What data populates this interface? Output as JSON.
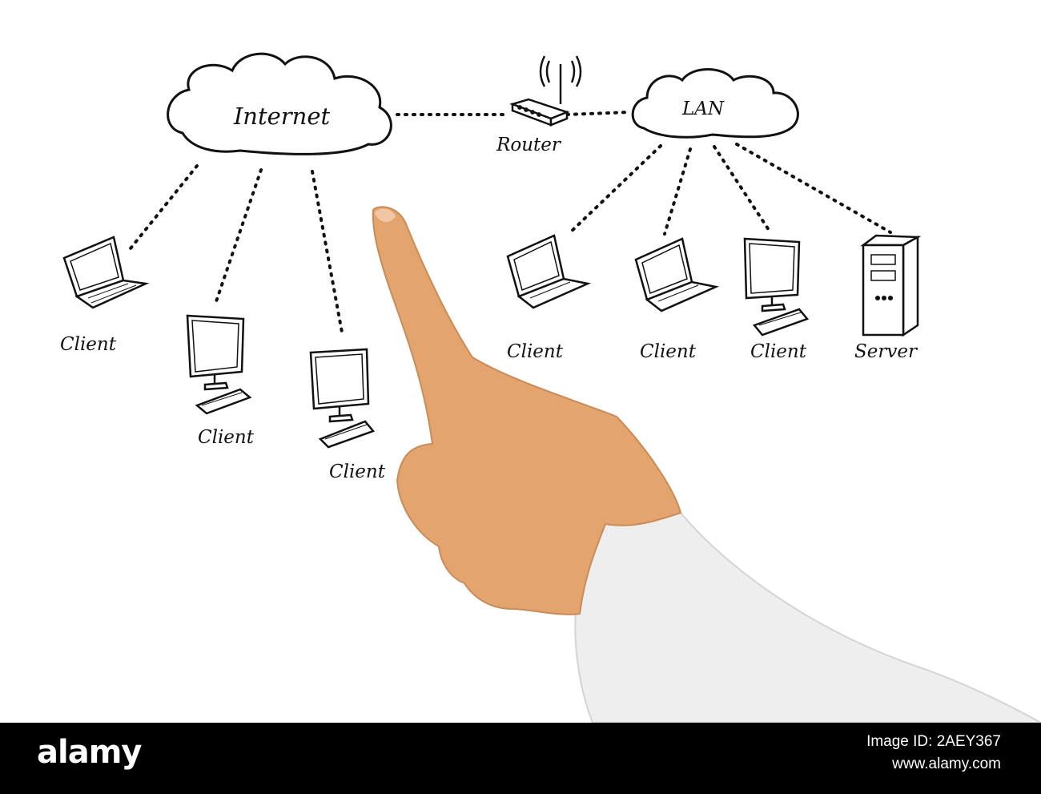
{
  "diagram": {
    "nodes": {
      "internet": "Internet",
      "router": "Router",
      "lan": "LAN",
      "client_laptop_left": "Client",
      "client_monitor_mid": "Client",
      "client_monitor_low": "Client",
      "client_lan_1": "Client",
      "client_lan_2": "Client",
      "client_lan_3": "Client",
      "server": "Server"
    },
    "edges": [
      [
        "internet",
        "router"
      ],
      [
        "router",
        "lan"
      ],
      [
        "internet",
        "client_laptop_left"
      ],
      [
        "internet",
        "client_monitor_mid"
      ],
      [
        "internet",
        "client_monitor_low"
      ],
      [
        "lan",
        "client_lan_1"
      ],
      [
        "lan",
        "client_lan_2"
      ],
      [
        "lan",
        "client_lan_3"
      ],
      [
        "lan",
        "server"
      ]
    ]
  },
  "watermark": {
    "brand": "alamy",
    "image_id": "Image ID: 2AEY367",
    "site": "www.alamy.com"
  },
  "colors": {
    "ink": "#111111",
    "skin": "#e6a56f",
    "sleeve": "#f2f2f2",
    "bar": "#000000"
  }
}
